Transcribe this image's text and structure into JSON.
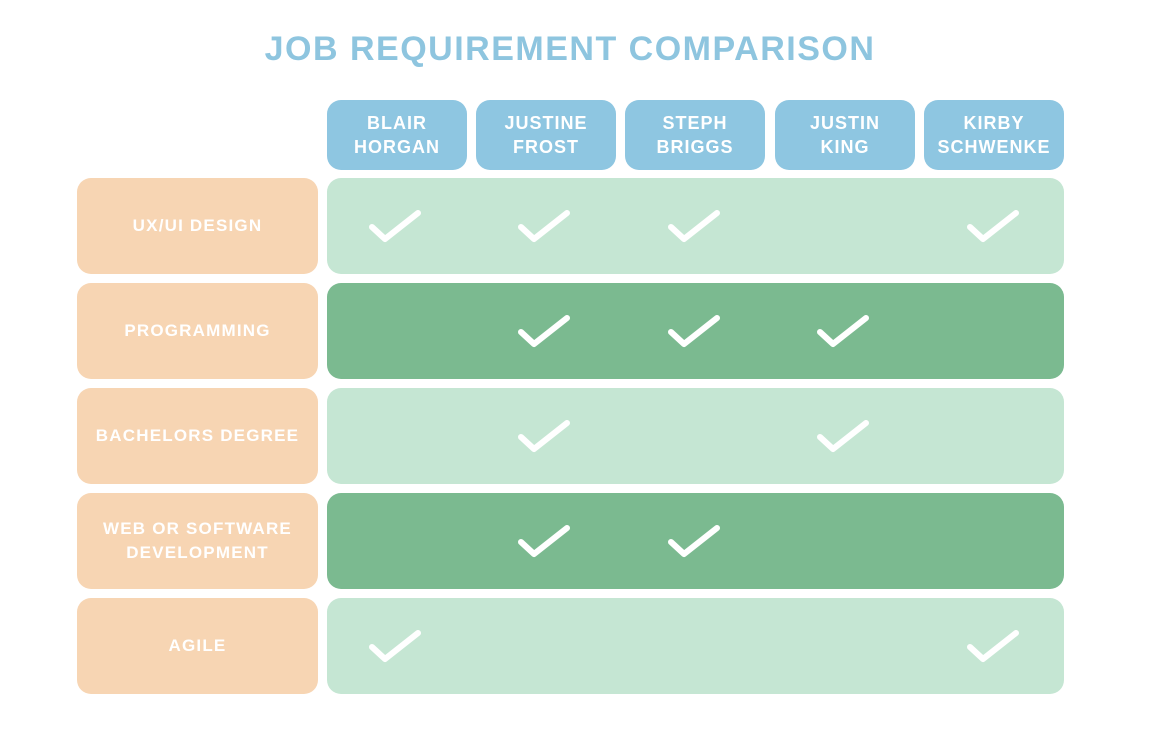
{
  "title": "JOB REQUIREMENT COMPARISON",
  "candidates": [
    {
      "name": "BLAIR\nHORGAN"
    },
    {
      "name": "JUSTINE\nFROST"
    },
    {
      "name": "STEPH\nBRIGGS"
    },
    {
      "name": "JUSTIN\nKING"
    },
    {
      "name": "KIRBY\nSCHWENKE"
    }
  ],
  "requirements": [
    {
      "label": "UX/UI DESIGN",
      "shade": "light",
      "checks": [
        true,
        true,
        true,
        false,
        true
      ]
    },
    {
      "label": "PROGRAMMING",
      "shade": "dark",
      "checks": [
        false,
        true,
        true,
        true,
        false
      ]
    },
    {
      "label": "BACHELORS DEGREE",
      "shade": "light",
      "checks": [
        false,
        true,
        false,
        true,
        false
      ]
    },
    {
      "label": "WEB OR SOFTWARE\nDEVELOPMENT",
      "shade": "dark",
      "checks": [
        false,
        true,
        true,
        false,
        false
      ]
    },
    {
      "label": "AGILE",
      "shade": "light",
      "checks": [
        true,
        false,
        false,
        false,
        true
      ]
    }
  ],
  "colors": {
    "title": "#8ec5df",
    "header": "#8ec6e1",
    "row_label": "#f7d5b3",
    "band_light": "#c5e6d3",
    "band_dark": "#7bba90",
    "check": "#ffffff"
  },
  "icons": {
    "check": "check-mark-icon"
  }
}
